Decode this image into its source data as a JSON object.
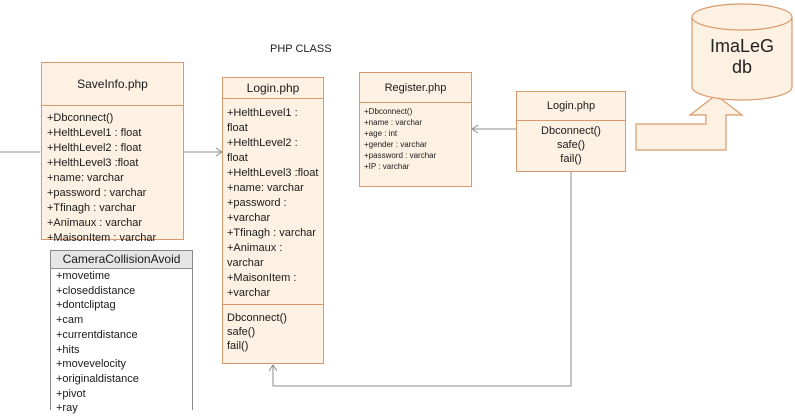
{
  "diagram": {
    "title": "PHP CLASS",
    "database": {
      "label_line1": "ImaLeG",
      "label_line2": "db"
    },
    "saveinfo": {
      "name": "SaveInfo.php",
      "members": [
        "+Dbconnect()",
        "+HelthLevel1 : float",
        "+HelthLevel2 : float",
        "+HelthLevel3 :float",
        "+name: varchar",
        "+password : varchar",
        "+Tfinagh : varchar",
        "+Animaux : varchar",
        "+MaisonItem : varchar"
      ]
    },
    "login_main": {
      "name": "Login.php",
      "attributes": [
        "+HelthLevel1 :",
        "float",
        "+HelthLevel2 :",
        "float",
        "+HelthLevel3 :float",
        "+name: varchar",
        "+password :",
        "+varchar",
        "+Tfinagh : varchar",
        "+Animaux :",
        "varchar",
        "+MaisonItem :",
        "+varchar"
      ],
      "operations": [
        "Dbconnect()",
        "safe()",
        "fail()"
      ]
    },
    "register": {
      "name": "Register.php",
      "attributes": [
        "+Dbconnect()",
        "+name : varchar",
        "+age : int",
        "+gender : varchar",
        "+password : varchar",
        "+IP : varchar"
      ]
    },
    "login_right": {
      "name": "Login.php",
      "operations": [
        "Dbconnect()",
        "safe()",
        "fail()"
      ]
    },
    "camera": {
      "name": "CameraCollisionAvoid",
      "members": [
        "+movetime",
        "+closeddistance",
        "+dontcliptag",
        "+cam",
        "+currentdistance",
        "+hits",
        "+movevelocity",
        "+originaldistance",
        "+pivot",
        "+ray"
      ]
    }
  }
}
